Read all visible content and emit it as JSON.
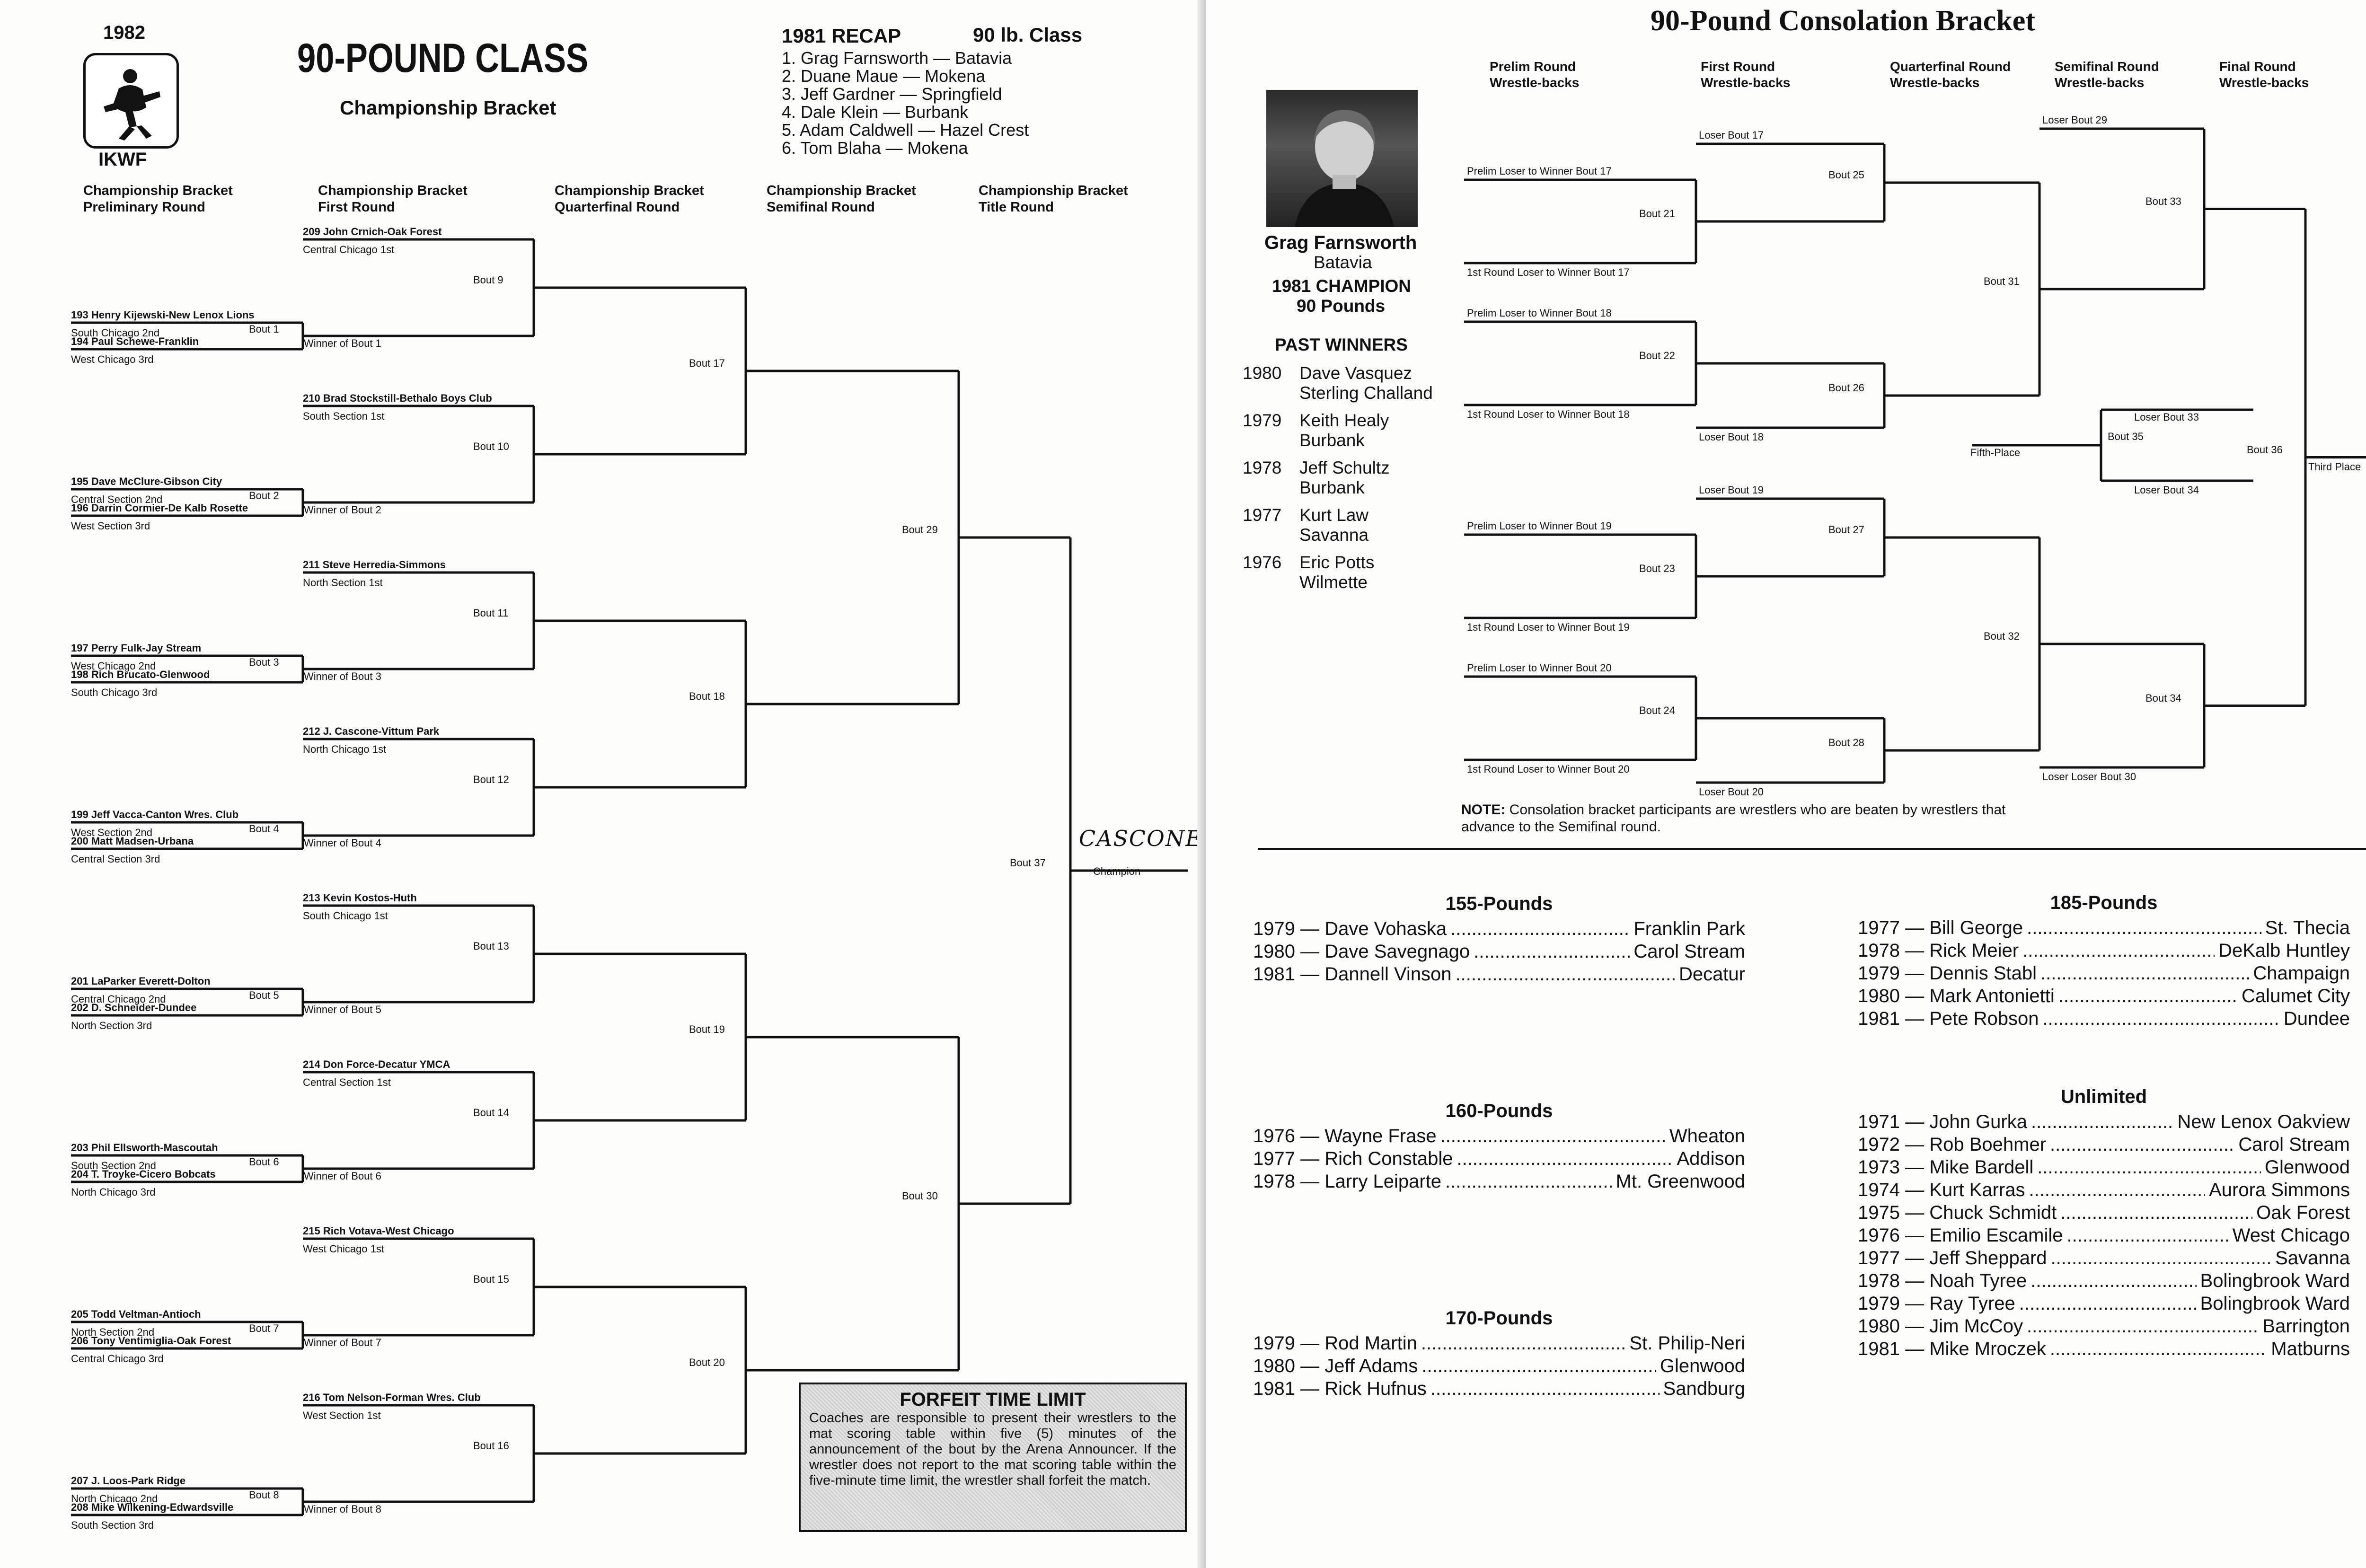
{
  "left": {
    "year": "1982",
    "org": "IKWF",
    "title": "90-POUND CLASS",
    "subtitle": "Championship Bracket",
    "recap": {
      "heading": "1981 RECAP",
      "class": "90 lb. Class",
      "items": [
        "1. Grag Farnsworth — Batavia",
        "2. Duane Maue — Mokena",
        "3. Jeff Gardner — Springfield",
        "4. Dale Klein — Burbank",
        "5. Adam Caldwell — Hazel Crest",
        "6. Tom Blaha — Mokena"
      ]
    },
    "round_headers": [
      "Championship Bracket\nPreliminary Round",
      "Championship Bracket\nFirst Round",
      "Championship Bracket\nQuarterfinal Round",
      "Championship Bracket\nSemifinal Round",
      "Championship Bracket\nTitle Round"
    ],
    "prelims": [
      {
        "top": "193 Henry Kijewski-New Lenox Lions",
        "top_sub": "South Chicago 2nd",
        "bout": "Bout 1",
        "bot": "194 Paul Schewe-Franklin",
        "bot_sub": "West Chicago 3rd"
      },
      {
        "top": "195 Dave McClure-Gibson City",
        "top_sub": "Central Section 2nd",
        "bout": "Bout 2",
        "bot": "196 Darrin Cormier-De Kalb Rosette",
        "bot_sub": "West Section 3rd"
      },
      {
        "top": "197 Perry Fulk-Jay Stream",
        "top_sub": "West Chicago 2nd",
        "bout": "Bout 3",
        "bot": "198 Rich Brucato-Glenwood",
        "bot_sub": "South Chicago 3rd"
      },
      {
        "top": "199 Jeff Vacca-Canton Wres. Club",
        "top_sub": "West Section 2nd",
        "bout": "Bout 4",
        "bot": "200 Matt Madsen-Urbana",
        "bot_sub": "Central Section 3rd"
      },
      {
        "top": "201 LaParker Everett-Dolton",
        "top_sub": "Central Chicago 2nd",
        "bout": "Bout 5",
        "bot": "202 D. Schneider-Dundee",
        "bot_sub": "North Section 3rd"
      },
      {
        "top": "203 Phil Ellsworth-Mascoutah",
        "top_sub": "South Section 2nd",
        "bout": "Bout 6",
        "bot": "204 T. Troyke-Cicero Bobcats",
        "bot_sub": "North Chicago 3rd"
      },
      {
        "top": "205 Todd Veltman-Antioch",
        "top_sub": "North Section 2nd",
        "bout": "Bout 7",
        "bot": "206 Tony Ventimiglia-Oak Forest",
        "bot_sub": "Central Chicago 3rd"
      },
      {
        "top": "207 J. Loos-Park Ridge",
        "top_sub": "North Chicago 2nd",
        "bout": "Bout 8",
        "bot": "208 Mike Wilkening-Edwardsville",
        "bot_sub": "South Section 3rd"
      }
    ],
    "first_round": [
      {
        "top": "209 John Crnich-Oak Forest",
        "top_sub": "Central Chicago 1st",
        "bout": "Bout  9",
        "bot": "Winner of Bout 1"
      },
      {
        "top": "210 Brad Stockstill-Bethalo Boys Club",
        "top_sub": "South Section 1st",
        "bout": "Bout 10",
        "bot": "Winner of Bout 2"
      },
      {
        "top": "211 Steve Herredia-Simmons",
        "top_sub": "North Section 1st",
        "bout": "Bout 11",
        "bot": "Winner of Bout 3"
      },
      {
        "top": "212 J. Cascone-Vittum Park",
        "top_sub": "North Chicago 1st",
        "bout": "Bout 12",
        "bot": "Winner of Bout 4"
      },
      {
        "top": "213 Kevin Kostos-Huth",
        "top_sub": "South Chicago 1st",
        "bout": "Bout 13",
        "bot": "Winner of Bout 5"
      },
      {
        "top": "214 Don Force-Decatur YMCA",
        "top_sub": "Central Section 1st",
        "bout": "Bout 14",
        "bot": "Winner of Bout 6"
      },
      {
        "top": "215 Rich Votava-West Chicago",
        "top_sub": "West Chicago 1st",
        "bout": "Bout 15",
        "bot": "Winner of Bout 7"
      },
      {
        "top": "216 Tom Nelson-Forman Wres. Club",
        "top_sub": "West Section 1st",
        "bout": "Bout 16",
        "bot": "Winner of Bout 8"
      }
    ],
    "quarter_bouts": [
      "Bout 17",
      "Bout 18",
      "Bout 19",
      "Bout 20"
    ],
    "semi_bouts": [
      "Bout 29",
      "Bout 30"
    ],
    "final_bout": "Bout 37",
    "champion_name": "CASCONE",
    "champion_label": "Champion",
    "forfeit": {
      "title": "FORFEIT TIME LIMIT",
      "text": "Coaches are responsible to present their wrestlers to the mat scoring table within five (5) minutes of the announcement of the bout by the Arena Announcer. If the wrestler does not report to the mat scoring table within the five-minute time limit, the wrestler shall forfeit the match."
    }
  },
  "right": {
    "title": "90-Pound Consolation Bracket",
    "round_headers": [
      "Prelim Round\nWrestle-backs",
      "First Round\nWrestle-backs",
      "Quarterfinal Round\nWrestle-backs",
      "Semifinal Round\nWrestle-backs",
      "Final Round\nWrestle-backs"
    ],
    "champion": {
      "name": "Grag Farnsworth",
      "town": "Batavia",
      "title": "1981 CHAMPION",
      "weight": "90 Pounds"
    },
    "past_winners_heading": "PAST WINNERS",
    "past_winners": [
      {
        "year": "1980",
        "name": "Dave Vasquez",
        "town": "Sterling Challand"
      },
      {
        "year": "1979",
        "name": "Keith Healy",
        "town": "Burbank"
      },
      {
        "year": "1978",
        "name": "Jeff Schultz",
        "town": "Burbank"
      },
      {
        "year": "1977",
        "name": "Kurt Law",
        "town": "Savanna"
      },
      {
        "year": "1976",
        "name": "Eric Potts",
        "town": "Wilmette"
      }
    ],
    "prelim_pairs": [
      {
        "top": "Prelim Loser to Winner Bout 17",
        "bout": "Bout 21",
        "bot": "1st Round Loser to Winner Bout 17"
      },
      {
        "top": "Prelim Loser to Winner Bout 18",
        "bout": "Bout 22",
        "bot": "1st Round Loser to Winner Bout 18"
      },
      {
        "top": "Prelim Loser to Winner Bout 19",
        "bout": "Bout 23",
        "bot": "1st Round Loser to Winner Bout 19"
      },
      {
        "top": "Prelim Loser to Winner Bout 20",
        "bout": "Bout 24",
        "bot": "1st Round Loser to Winner Bout 20"
      }
    ],
    "first_round": [
      {
        "label": "Loser Bout 17",
        "bout": "Bout 25"
      },
      {
        "label": "Loser Bout 18",
        "bout": "Bout 26"
      },
      {
        "label": "Loser Bout 19",
        "bout": "Bout 27"
      },
      {
        "label": "Loser Bout 20",
        "bout": "Bout 28"
      }
    ],
    "quarter_bouts": [
      "Bout 31",
      "Bout 32"
    ],
    "semi": [
      {
        "label": "Loser Bout 29",
        "bout": "Bout 33"
      },
      {
        "label": "Loser Loser Bout 30",
        "bout": "Bout 34"
      }
    ],
    "fifth": {
      "top": "Loser Bout 33",
      "bout": "Bout 35",
      "bot": "Loser Bout 34",
      "label": "Fifth-Place"
    },
    "third": {
      "bout": "Bout 36",
      "label": "Third Place"
    },
    "note_label": "NOTE:",
    "note_text": "Consolation bracket participants are wrestlers who are beaten by wrestlers that advance to the Semifinal round.",
    "past_champions": [
      {
        "weight": "155-Pounds",
        "rows": [
          [
            "1979 — Dave Vohaska",
            "Franklin Park"
          ],
          [
            "1980 — Dave Savegnago",
            "Carol Stream"
          ],
          [
            "1981 — Dannell Vinson",
            "Decatur"
          ]
        ]
      },
      {
        "weight": "160-Pounds",
        "rows": [
          [
            "1976 — Wayne Frase",
            "Wheaton"
          ],
          [
            "1977 — Rich Constable",
            "Addison"
          ],
          [
            "1978 — Larry Leiparte",
            "Mt. Greenwood"
          ]
        ]
      },
      {
        "weight": "170-Pounds",
        "rows": [
          [
            "1979 — Rod Martin",
            "St. Philip-Neri"
          ],
          [
            "1980 — Jeff Adams",
            "Glenwood"
          ],
          [
            "1981 — Rick Hufnus",
            "Sandburg"
          ]
        ]
      },
      {
        "weight": "185-Pounds",
        "rows": [
          [
            "1977 — Bill George",
            "St. Thecia"
          ],
          [
            "1978 — Rick Meier",
            "DeKalb Huntley"
          ],
          [
            "1979 — Dennis Stabl",
            "Champaign"
          ],
          [
            "1980 — Mark Antonietti",
            "Calumet City"
          ],
          [
            "1981 — Pete Robson",
            "Dundee"
          ]
        ]
      },
      {
        "weight": "Unlimited",
        "rows": [
          [
            "1971 — John Gurka",
            "New Lenox Oakview"
          ],
          [
            "1972 — Rob Boehmer",
            "Carol Stream"
          ],
          [
            "1973 — Mike Bardell",
            "Glenwood"
          ],
          [
            "1974 — Kurt Karras",
            "Aurora Simmons"
          ],
          [
            "1975 — Chuck Schmidt",
            "Oak Forest"
          ],
          [
            "1976 — Emilio Escamile",
            "West Chicago"
          ],
          [
            "1977 — Jeff Sheppard",
            "Savanna"
          ],
          [
            "1978 — Noah Tyree",
            "Bolingbrook Ward"
          ],
          [
            "1979 — Ray Tyree",
            "Bolingbrook Ward"
          ],
          [
            "1980 — Jim McCoy",
            "Barrington"
          ],
          [
            "1981 — Mike Mroczek",
            "Matburns"
          ]
        ]
      }
    ]
  }
}
